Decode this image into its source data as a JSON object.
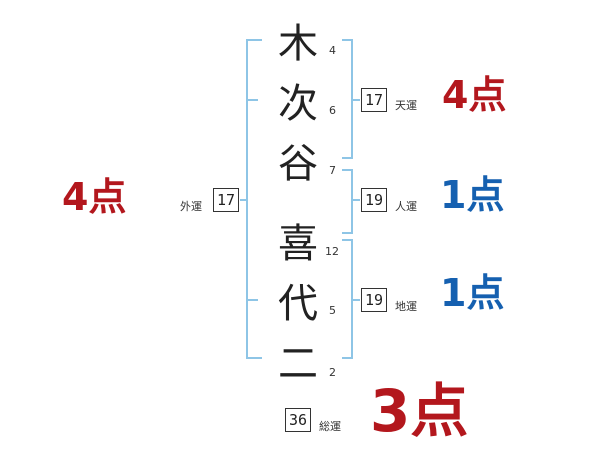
{
  "name": {
    "surname": [
      {
        "char": "木",
        "strokes": "4"
      },
      {
        "char": "次",
        "strokes": "6"
      },
      {
        "char": "谷",
        "strokes": "7"
      }
    ],
    "given": [
      {
        "char": "喜",
        "strokes": "12"
      },
      {
        "char": "代",
        "strokes": "5"
      },
      {
        "char": "二",
        "strokes": "2"
      }
    ]
  },
  "fortunes": {
    "gaiun": {
      "label": "外運",
      "value": "17",
      "score": "4点"
    },
    "tenun": {
      "label": "天運",
      "value": "17",
      "score": "4点"
    },
    "jinun": {
      "label": "人運",
      "value": "19",
      "score": "1点"
    },
    "chiun": {
      "label": "地運",
      "value": "19",
      "score": "1点"
    },
    "souun": {
      "label": "総運",
      "value": "36",
      "score": "3点"
    }
  },
  "colors": {
    "bracket": "#8ec5e6",
    "score_red": "#b3171d",
    "score_blue": "#1560b0"
  }
}
